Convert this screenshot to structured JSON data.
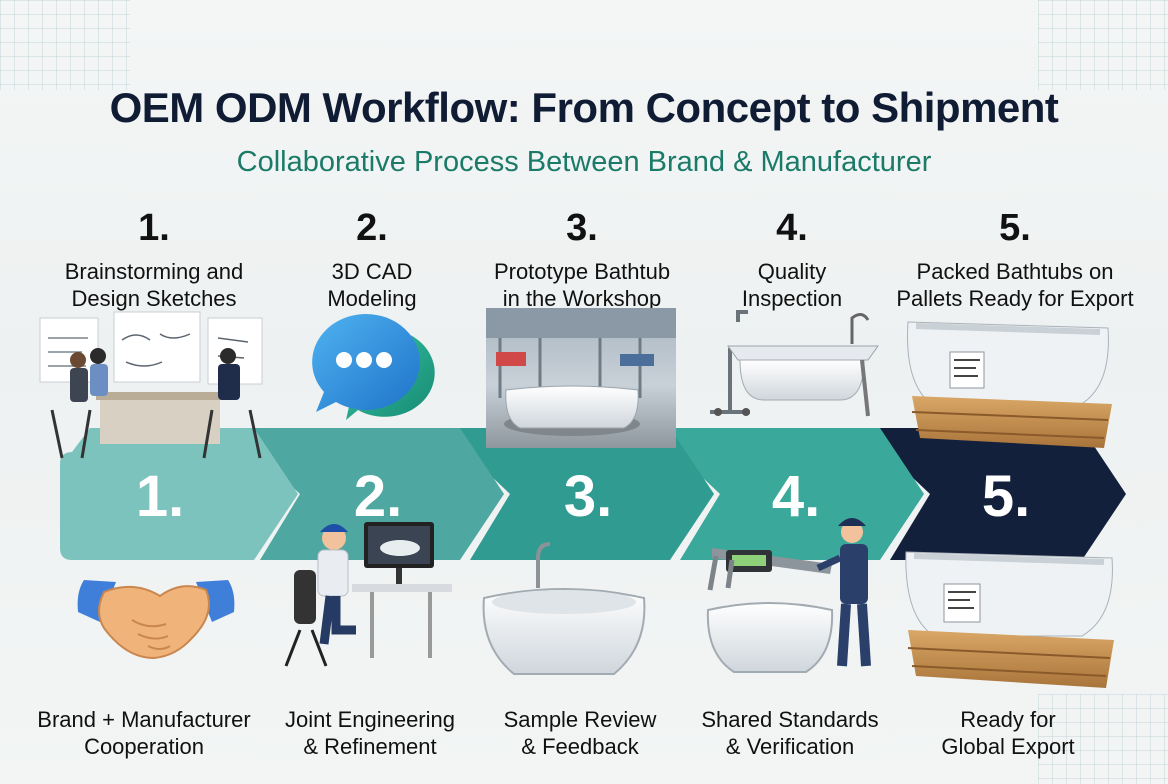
{
  "title": "OEM ODM Workflow: From Concept to Shipment",
  "subtitle": "Collaborative Process Between Brand & Manufacturer",
  "colors": {
    "title": "#0f1c33",
    "subtitle": "#1b7a68",
    "arrow_1": "#7cc3bd",
    "arrow_2": "#4ea7a0",
    "arrow_3": "#2f9b91",
    "arrow_4": "#3aa89a",
    "arrow_5": "#13203c"
  },
  "steps": [
    {
      "number": "1.",
      "top_label": "Brainstorming and\nDesign Sketches",
      "arrow_number": "1.",
      "bottom_label": "Brand + Manufacturer\nCooperation",
      "top_icon": "design-meeting-icon",
      "bottom_icon": "handshake-icon"
    },
    {
      "number": "2.",
      "top_label": "3D CAD\nModeling",
      "arrow_number": "2.",
      "bottom_label": "Joint Engineering\n& Refinement",
      "top_icon": "chat-bubbles-icon",
      "bottom_icon": "engineer-workstation-icon"
    },
    {
      "number": "3.",
      "top_label": "Prototype Bathtub\nin the Workshop",
      "arrow_number": "3.",
      "bottom_label": "Sample Review\n& Feedback",
      "top_icon": "workshop-bathtub-icon",
      "bottom_icon": "bathtub-icon"
    },
    {
      "number": "4.",
      "top_label": "Quality\nInspection",
      "arrow_number": "4.",
      "bottom_label": "Shared Standards\n& Verification",
      "top_icon": "inspection-rig-icon",
      "bottom_icon": "inspector-caliper-icon"
    },
    {
      "number": "5.",
      "top_label": "Packed Bathtubs on\nPallets Ready for Export",
      "arrow_number": "5.",
      "bottom_label": "Ready for\nGlobal Export",
      "top_icon": "pallet-bathtub-icon",
      "bottom_icon": "pallet-bathtub-icon"
    }
  ]
}
